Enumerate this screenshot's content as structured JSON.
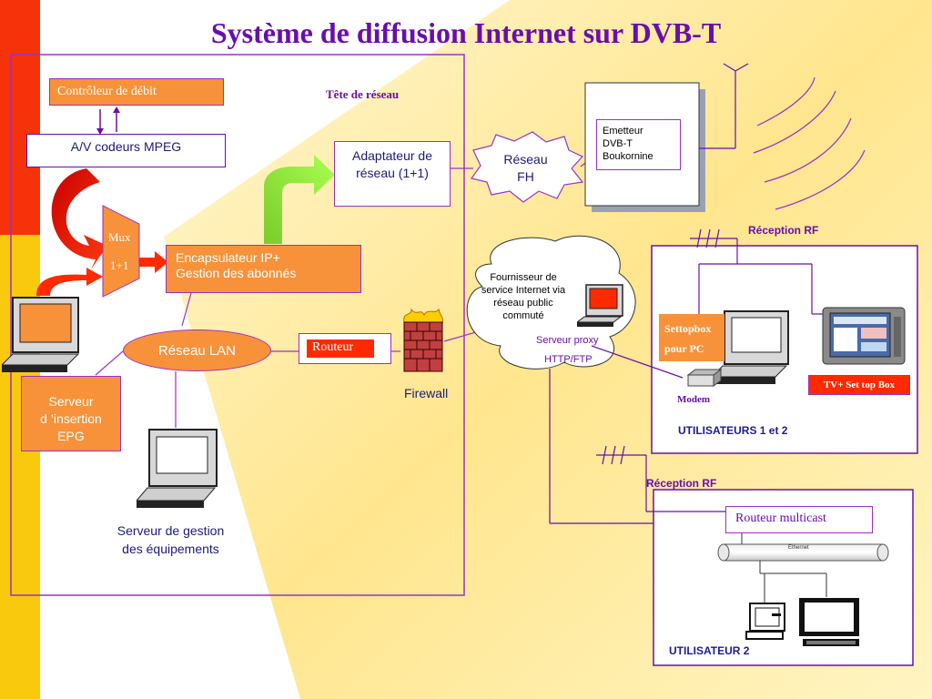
{
  "title": "Système de diffusion Internet sur DVB-T",
  "head_end": {
    "label": "Tête de réseau",
    "controleur": "Contrôleur de débit",
    "codeurs": "A/V codeurs MPEG",
    "mux_line1": "Mux",
    "mux_line2": "1+1",
    "encapsulateur_line1": "Encapsulateur IP+",
    "encapsulateur_line2": "Gestion des abonnés",
    "adaptateur_line1": "Adaptateur de",
    "adaptateur_line2": "réseau (1+1)",
    "reseau_lan": "Réseau LAN",
    "routeur": "Routeur",
    "firewall": "Firewall",
    "serveur_epg_line1": "Serveur",
    "serveur_epg_line2": "d ’insertion",
    "serveur_epg_line3": "EPG",
    "serveur_gestion_line1": "Serveur de gestion",
    "serveur_gestion_line2": "des équipements"
  },
  "transmission": {
    "reseau_fh_line1": "Réseau",
    "reseau_fh_line2": "FH",
    "emetteur_line1": "Emetteur",
    "emetteur_line2": "DVB-T",
    "emetteur_line3": "Boukornine"
  },
  "isp": {
    "line1": "Fournisseur de",
    "line2": "service Internet via",
    "line3": "réseau public",
    "line4": "commuté",
    "proxy_line1": "Serveur proxy",
    "proxy_line2": "HTTP/FTP"
  },
  "users12": {
    "reception": "Réception RF",
    "settopbox_line1": "Settopbox",
    "settopbox_line2": "pour PC",
    "modem": "Modem",
    "tv_stb": "TV+ Set top Box",
    "label": "UTILISATEURS 1 et 2"
  },
  "user2": {
    "reception": "Réception RF",
    "routeur_multicast": "Routeur multicast",
    "ethernet": "Ethernet",
    "label": "UTILISATEUR 2"
  },
  "colors": {
    "title": "#6a0dad",
    "border": "#9b30c8",
    "orange_box": "#f7923a",
    "red_box": "#ff2a00",
    "link_blue": "#2a2aa0",
    "left_red": "#f5320a",
    "left_yellow": "#f9c90d"
  }
}
